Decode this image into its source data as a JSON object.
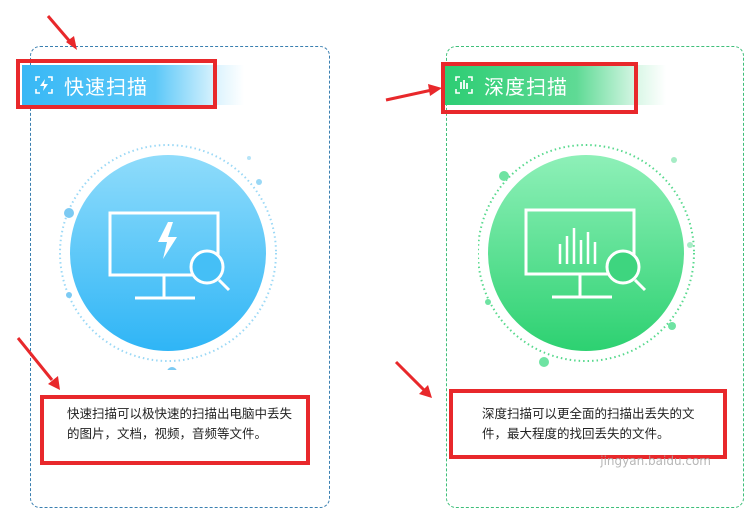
{
  "quick_scan": {
    "title": "快速扫描",
    "description": "快速扫描可以极快速的扫描出电脑中丢失的图片，文档，视频，音频等文件。"
  },
  "deep_scan": {
    "title": "深度扫描",
    "description": "深度扫描可以更全面的扫描出丢失的文件，最大程度的找回丢失的文件。"
  },
  "watermark": "jingyan.baidu.com",
  "colors": {
    "quick_accent": "#38b8f5",
    "deep_accent": "#2ccd73",
    "annotation_red": "#e8282b"
  },
  "icons": {
    "quick_title": "lightning-scan-icon",
    "deep_title": "chart-scan-icon",
    "quick_hero": "monitor-lightning-search-icon",
    "deep_hero": "monitor-barchart-search-icon"
  }
}
